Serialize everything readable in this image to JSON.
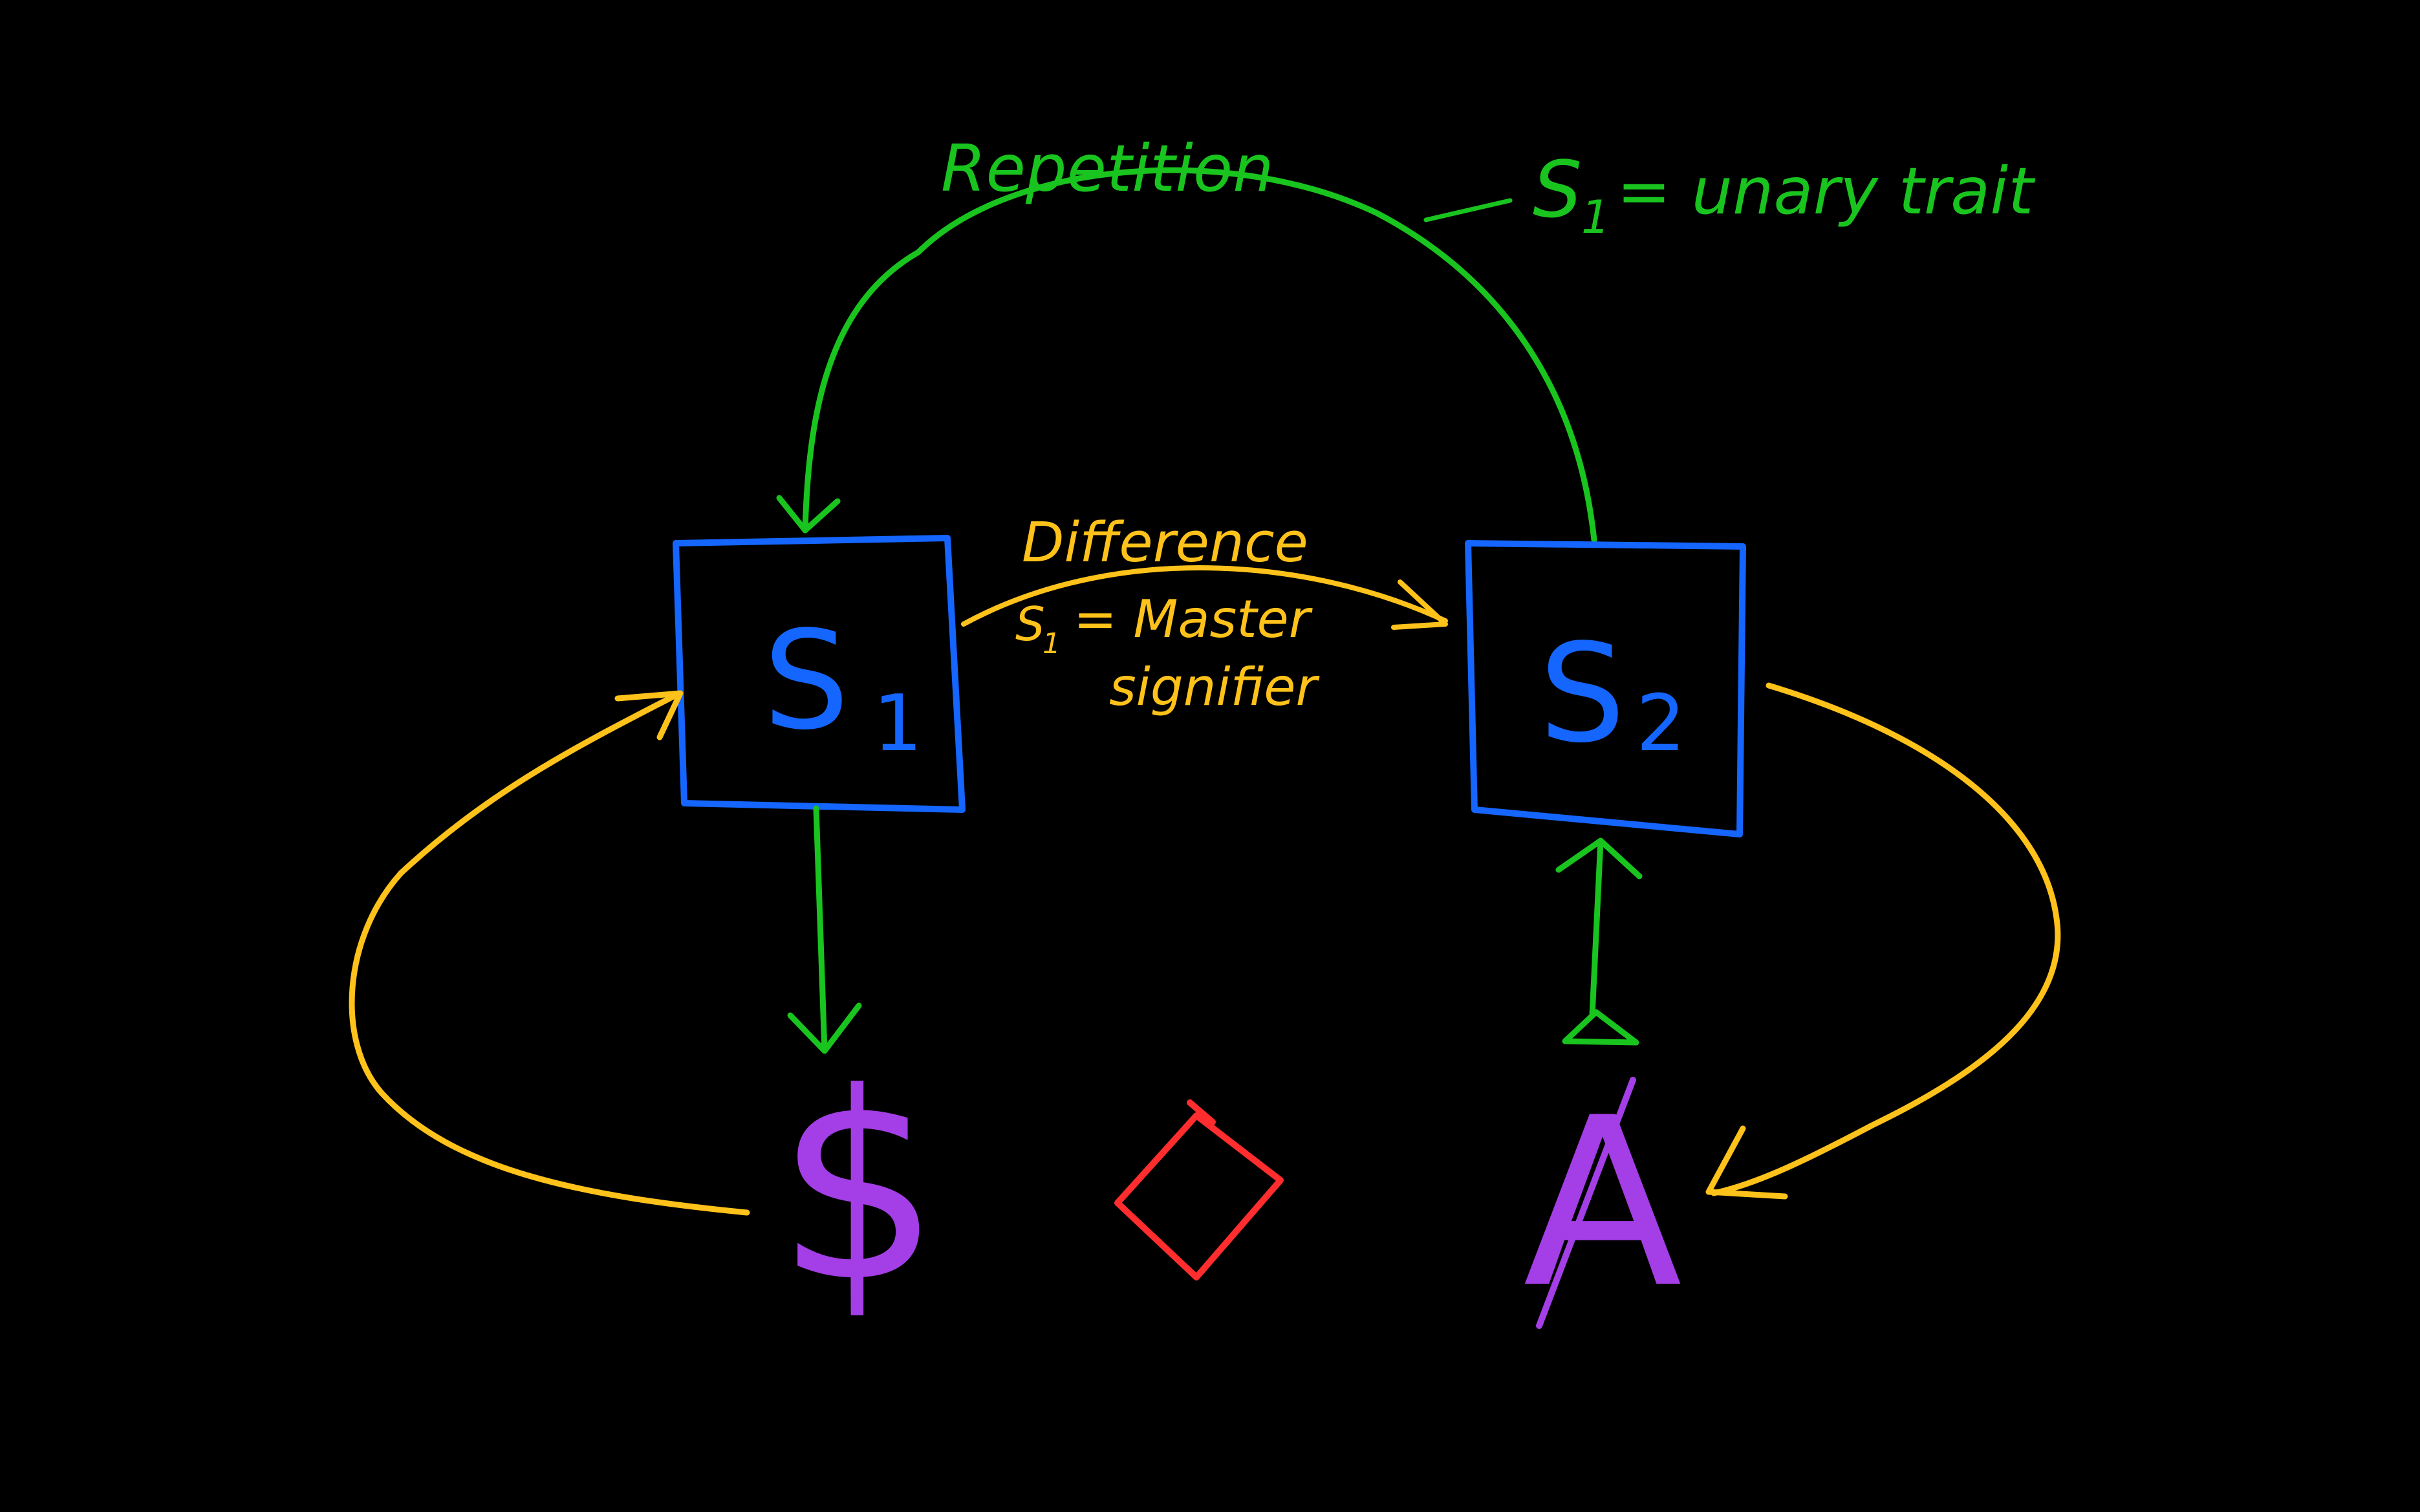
{
  "colors": {
    "background": "#000000",
    "box": "#1565ff",
    "repetition": "#19c41f",
    "difference": "#ffc21a",
    "symbols": "#a43ee6",
    "diamond": "#ff2d2d"
  },
  "diagram": {
    "nodes": {
      "s1": {
        "base": "S",
        "sub": "1"
      },
      "s2": {
        "base": "S",
        "sub": "2"
      }
    },
    "labels": {
      "repetition": "Repetition",
      "unary_trait": "S",
      "unary_trait_sub": "1",
      "unary_trait_rest": "= unary trait",
      "difference": "Difference",
      "master_signifier": "S",
      "master_signifier_sub": "1",
      "master_signifier_rest": "= Master",
      "master_signifier_line2": "signifier"
    },
    "symbols": {
      "barred_subject": "$",
      "lozenge": "◇",
      "barred_a": "A"
    },
    "icons": [
      "triangle-icon"
    ]
  }
}
